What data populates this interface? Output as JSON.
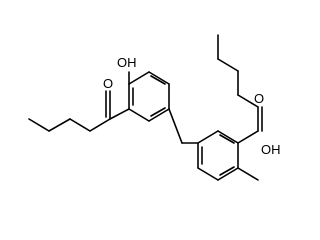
{
  "diagram": {
    "type": "chemical-structure",
    "background_color": "#ffffff",
    "line_color": "#000000",
    "atom_labels": {
      "left_hydroxyl": "OH",
      "left_carbonyl_oxygen": "O",
      "right_hydroxyl": "OH",
      "right_carbonyl_oxygen": "O"
    }
  }
}
